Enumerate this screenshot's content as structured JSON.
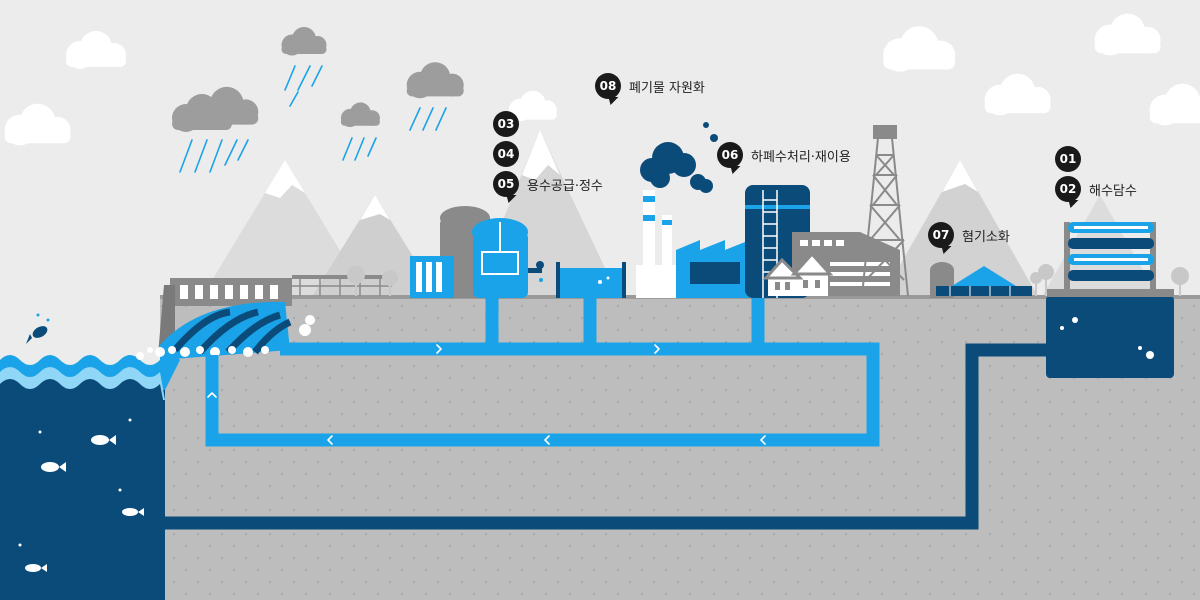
{
  "labels": {
    "b01": "01",
    "b02": "02",
    "t02": "해수담수",
    "b03": "03",
    "b04": "04",
    "b05": "05",
    "t05": "용수공급·정수",
    "b06": "06",
    "t06": "하폐수처리·재이용",
    "b07": "07",
    "t07": "혐기소화",
    "b08": "08",
    "t08": "폐기물 자원화"
  },
  "colors": {
    "sky": "#ececec",
    "ground": "#bdbdbd",
    "pipe_light": "#1aa3e8",
    "pipe_dark": "#0b4b7a",
    "sea": "#0b4b7a",
    "wave": "#1aa3e8",
    "badge": "#1a1a1a"
  }
}
